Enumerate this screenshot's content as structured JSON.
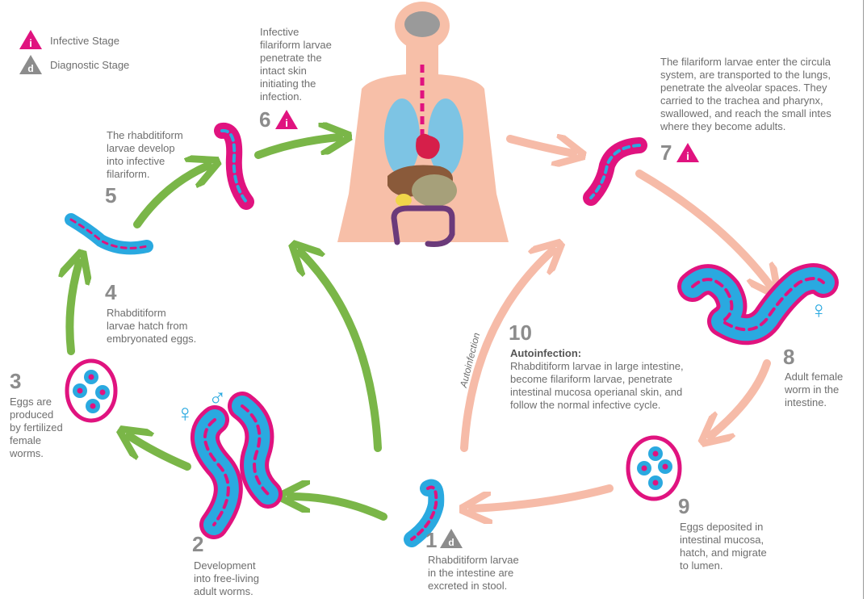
{
  "legend": {
    "infective": "Infective Stage",
    "diagnostic": "Diagnostic Stage"
  },
  "stages": {
    "s1": {
      "number": "1",
      "text": [
        "Rhabditiform larvae",
        "in the intestine are",
        "excreted in stool."
      ]
    },
    "s2": {
      "number": "2",
      "text": [
        "Development",
        "into free-living",
        "adult worms."
      ]
    },
    "s3": {
      "number": "3",
      "text": [
        "Eggs are",
        "produced",
        "by fertilized",
        "female",
        "worms."
      ]
    },
    "s4": {
      "number": "4",
      "text": [
        "Rhabditiform",
        "larvae hatch from",
        "embryonated eggs."
      ]
    },
    "s5": {
      "number": "5",
      "text": [
        "The rhabditiform",
        "larvae develop",
        "into infective",
        "filariform."
      ]
    },
    "s6": {
      "number": "6",
      "text": [
        "Infective",
        "filariform larvae",
        "penetrate the",
        "intact skin",
        "initiating the",
        "infection."
      ]
    },
    "s7": {
      "number": "7",
      "text": [
        "The filariform larvae enter the circula",
        "system, are transported to the lungs,",
        "penetrate the alveolar spaces. They",
        "carried to the trachea and pharynx,",
        "swallowed, and reach the small intes",
        "where they become adults."
      ]
    },
    "s8": {
      "number": "8",
      "text": [
        "Adult female",
        "worm in the",
        "intestine."
      ]
    },
    "s9": {
      "number": "9",
      "text": [
        "Eggs deposited in",
        "intestinal mucosa,",
        "hatch, and migrate",
        "to lumen."
      ]
    },
    "s10": {
      "number": "10",
      "heading": "Autoinfection",
      "text": [
        "Rhabditiform larvae in large intestine,",
        "become filariform larvae, penetrate",
        "intestinal mucosa operianal skin, and",
        "follow the normal infective cycle."
      ]
    }
  },
  "autoinfection_arrow_label": "Autoinfection",
  "symbols": {
    "female": "♀",
    "male": "♂"
  },
  "colors": {
    "infective_magenta": "#e0137f",
    "diagnostic_gray": "#8c8c8c",
    "worm_blue": "#2aa9e0",
    "green_arrow": "#7ab648",
    "salmon_arrow": "#f6bba8",
    "skin": "#f7bfa8"
  }
}
